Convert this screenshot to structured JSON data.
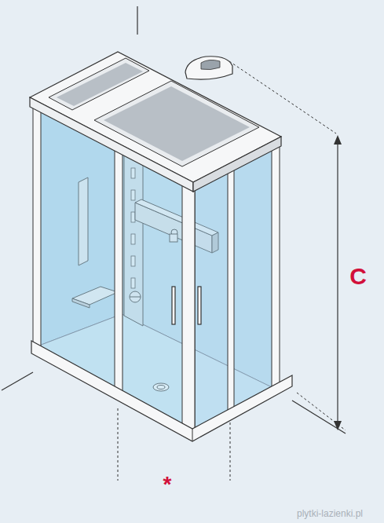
{
  "diagram": {
    "labels": [
      "C",
      "*",
      "plytki-lazienki.pl"
    ]
  }
}
